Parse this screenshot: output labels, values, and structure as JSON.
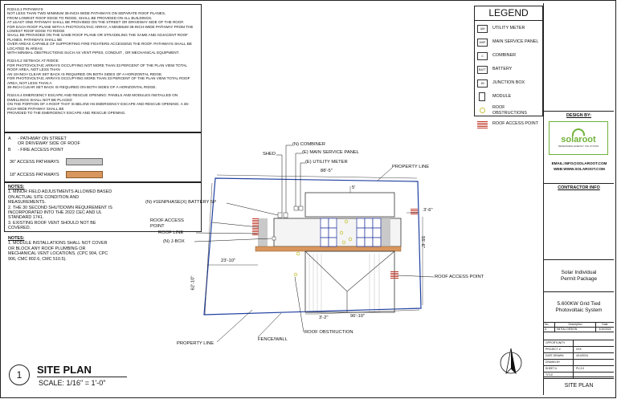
{
  "notes_top": [
    "R324.6.1 PATHWAYS",
    "NOT LESS THAN TWO MINIMUM 36-INCH-WIDE PATHWAYS ON SEPARATE ROOF PLANES,",
    "FROM LOWEST ROOF EDGE TO RIDGE, SHALL BE PROVIDED ON ALL BUILDINGS.",
    "AT LEAST ONE PATHWAY SHALL BE PROVIDED ON THE STREET OR DRIVEWAY SIDE OF THE ROOF.",
    "FOR EACH ROOF PLANE WITH A PHOTOVOLTAIC ARRAY, A MINIMUM 36-INCH-WIDE PATHWAY FROM THE LOWEST ROOF EDGE TO RIDGE",
    "SHALL BE PROVIDED ON THE SAME ROOF PLANE OR STRADDLING THE SAME AND ADJACENT ROOF PLANES. PATHWAYS SHALL BE",
    "OVER AREAS CAPABLE OF SUPPORTING FIRE FIGHTERS ACCESSING THE ROOF. PATHWAYS SHALL BE LOCATED IN AREAS",
    "WITH MINIMAL OBSTRUCTIONS SUCH AS VENT PIPES, CONDUIT , OR MECHANICAL EQUIPMENT.",
    "",
    "R324.6.2 SETBACK AT RIDGE",
    "FOR PHOTOVOLTAIC ARRAYS OCCUPYING NOT MORE THAN 33 PERCENT OF THE PLAN VIEW TOTAL ROOF AREA, NOT LESS THAN",
    "AN 18-INCH CLEAR SET BACK IS REQUIRED ON BOTH SIDES OF A HORIZONTAL RIDGE.",
    "FOR PHOTOVOLTAIC ARRAYS OCCUPYING MORE THAN 33 PERCENT OF THE PLAN VIEW TOTAL ROOF AREA, NOT LESS THAN A",
    "36-INCH CLEAR SET BACK IS REQUIRED ON BOTH SIDES OF A HORIZONTAL RIDGE.",
    "",
    "R324.6.4 EMERGENCY ESCAPE AND RESCUE OPENING: PANELS AND MODULES INSTALLED ON DWELLINGS SHALL NOT BE PLACED",
    "ON THE PORTION OF A ROOF THAT IS BELOW AN EMERGENCY ESCAPE AND RESCUE OPENING. A 36-INCH-WIDE PATHWAY SHALL BE",
    "PROVIDED TO THE EMERGENCY ESCAPE AND RESCUE OPENING."
  ],
  "key": {
    "a_sym": "A",
    "a_text": "- PATHWAY ON STREET\n   OR DRIVEWAY SIDE OF ROOF",
    "b_sym": "B",
    "b_text": "- FIRE ACCESS POINT",
    "pathway36": "36\" ACCESS PATHWAYS",
    "pathway18": "18\" ACCESS PATHWAYS"
  },
  "notes1": {
    "title": "NOTES:",
    "items": [
      "1.   MINOR FIELD ADJUSTMENTS ALLOWED BASED\n      ON ACTUAL SITE CONDITION AND\n      MEASUREMENTS.",
      "2.   THE 30 SECOND SHUTDOWN REQUIREMENT IS\n      INCORPORATED INTO THE 2022 CEC AND UL\n      STANDARD 1741.",
      "3.   EXISTING ROOF VENT SHOULD NOT BE\n      COVERED."
    ]
  },
  "notes2": {
    "title": "NOTES:",
    "text": "1. MODULE INSTALLATIONS SHALL NOT COVER\nOR BLOCK ANY ROOF PLUMBING OR\nMECHANICAL VENT LOCATIONS. (CPC 904, CPC\n906, CMC 802.6, CMC 510.5)."
  },
  "legend": {
    "title": "LEGEND",
    "items": [
      {
        "sym": "UM",
        "label": "UTILITY METER"
      },
      {
        "sym": "MSP",
        "label": "MAIN SERVICE PANEL"
      },
      {
        "sym": "C",
        "label": "COMBINER"
      },
      {
        "sym": "BATT",
        "label": "BATTERY"
      },
      {
        "sym": "JB",
        "label": "JUNCTION BOX"
      },
      {
        "sym": "",
        "label": "MODULE"
      },
      {
        "sym": "",
        "label": "ROOF OBSTRUCTIONS"
      },
      {
        "sym": "",
        "label": "ROOF ACCESS POINT"
      }
    ]
  },
  "plan_labels": {
    "shed": "SHED",
    "combiner": "(N) COMBINER",
    "msp": "(E) MAIN SERVICE PANEL",
    "um": "(E) UTILITY METER",
    "property_line_top": "PROPERTY LINE",
    "battery": "(N) #1ENPHASE(X) BATTERY 5P",
    "roof_access_left": "ROOF ACCESS\nPOINT",
    "roof_line": "ROOF LINE",
    "jbox": "(N) J-BOX",
    "roof_access_right": "ROOF ACCESS POINT",
    "property_line_bottom": "PROPERTY LINE",
    "fence": "FENCE/WALL",
    "roof_obstruction": "ROOF OBSTRUCTION"
  },
  "dims": {
    "top": "88'-5\"",
    "setback_top": "5'",
    "right_small": "3'-6\"",
    "right_side": "55'-6\"",
    "left_inner": "23'-10\"",
    "left_side": "62'-10\"",
    "bottom_left": "3'-2\"",
    "bottom_right": "96'-10\""
  },
  "title_block": {
    "plan_number": "1",
    "plan_title": "SITE PLAN",
    "scale": "SCALE: 1/16\" = 1'-0\""
  },
  "design_by": "DESIGN BY:",
  "logo_text": "solaroot",
  "logo_tagline": "RENEWABLE ENERGY SOLUTIONS",
  "company_email": "EMAIL:INFO@SOLAROOT.COM",
  "company_web": "WEB:WWW.SOLAROOT.COM",
  "contractor_info": "CONTRACTOR INFO",
  "permit": "Solar Individual\nPermit Package",
  "system": "5.600KW Grid Tied\nPhotovoltaic System",
  "rev_header": {
    "no": "No.",
    "desc": "Description",
    "date": "Date"
  },
  "rev_row": {
    "no": "A",
    "desc": "INITIAL DESIGN",
    "date": "4/10/2024"
  },
  "info_rows": [
    {
      "label": "OPPORTUNITY",
      "value": ""
    },
    {
      "label": "PROJECT #",
      "value": "XXX"
    },
    {
      "label": "DATE DRAWN",
      "value": "4/10/2024"
    },
    {
      "label": "DRAWN BY",
      "value": ""
    },
    {
      "label": "SHEET #",
      "value": "PV-2.0"
    },
    {
      "label": "TITLE",
      "value": ""
    }
  ],
  "sheet_title": "SITE PLAN",
  "colors": {
    "pathway36": "#c9c9c9",
    "pathway18": "#d8965e",
    "access_point": "#c0392b",
    "module": "#1f2f9a",
    "obstruction": "#d6d35a",
    "logo_green": "#6fb23a"
  }
}
